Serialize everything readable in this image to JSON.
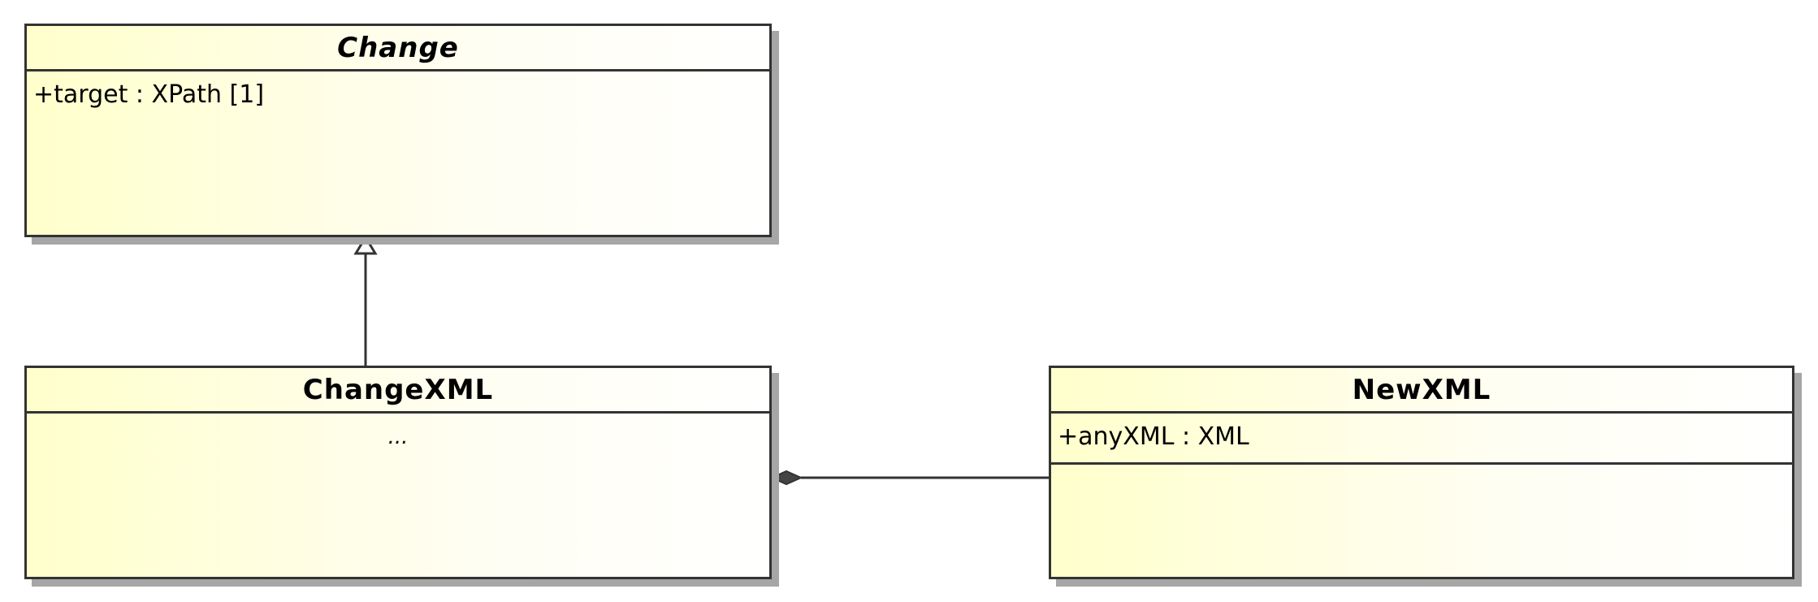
{
  "diagram": {
    "classes": {
      "change": {
        "name": "Change",
        "abstract": true,
        "attributes": [
          "+target : XPath [1]"
        ]
      },
      "change_xml": {
        "name": "ChangeXML",
        "abstract": false,
        "attributes": [
          "..."
        ]
      },
      "new_xml": {
        "name": "NewXML",
        "abstract": false,
        "attributes": [
          "+anyXML : XML"
        ]
      }
    },
    "relationships": [
      {
        "type": "generalization",
        "from": "ChangeXML",
        "to": "Change"
      },
      {
        "type": "composition",
        "whole": "ChangeXML",
        "part": "NewXML"
      }
    ],
    "colors": {
      "class_fill": "#ffffcc",
      "border": "#333333",
      "shadow": "#a6a6a6"
    }
  }
}
